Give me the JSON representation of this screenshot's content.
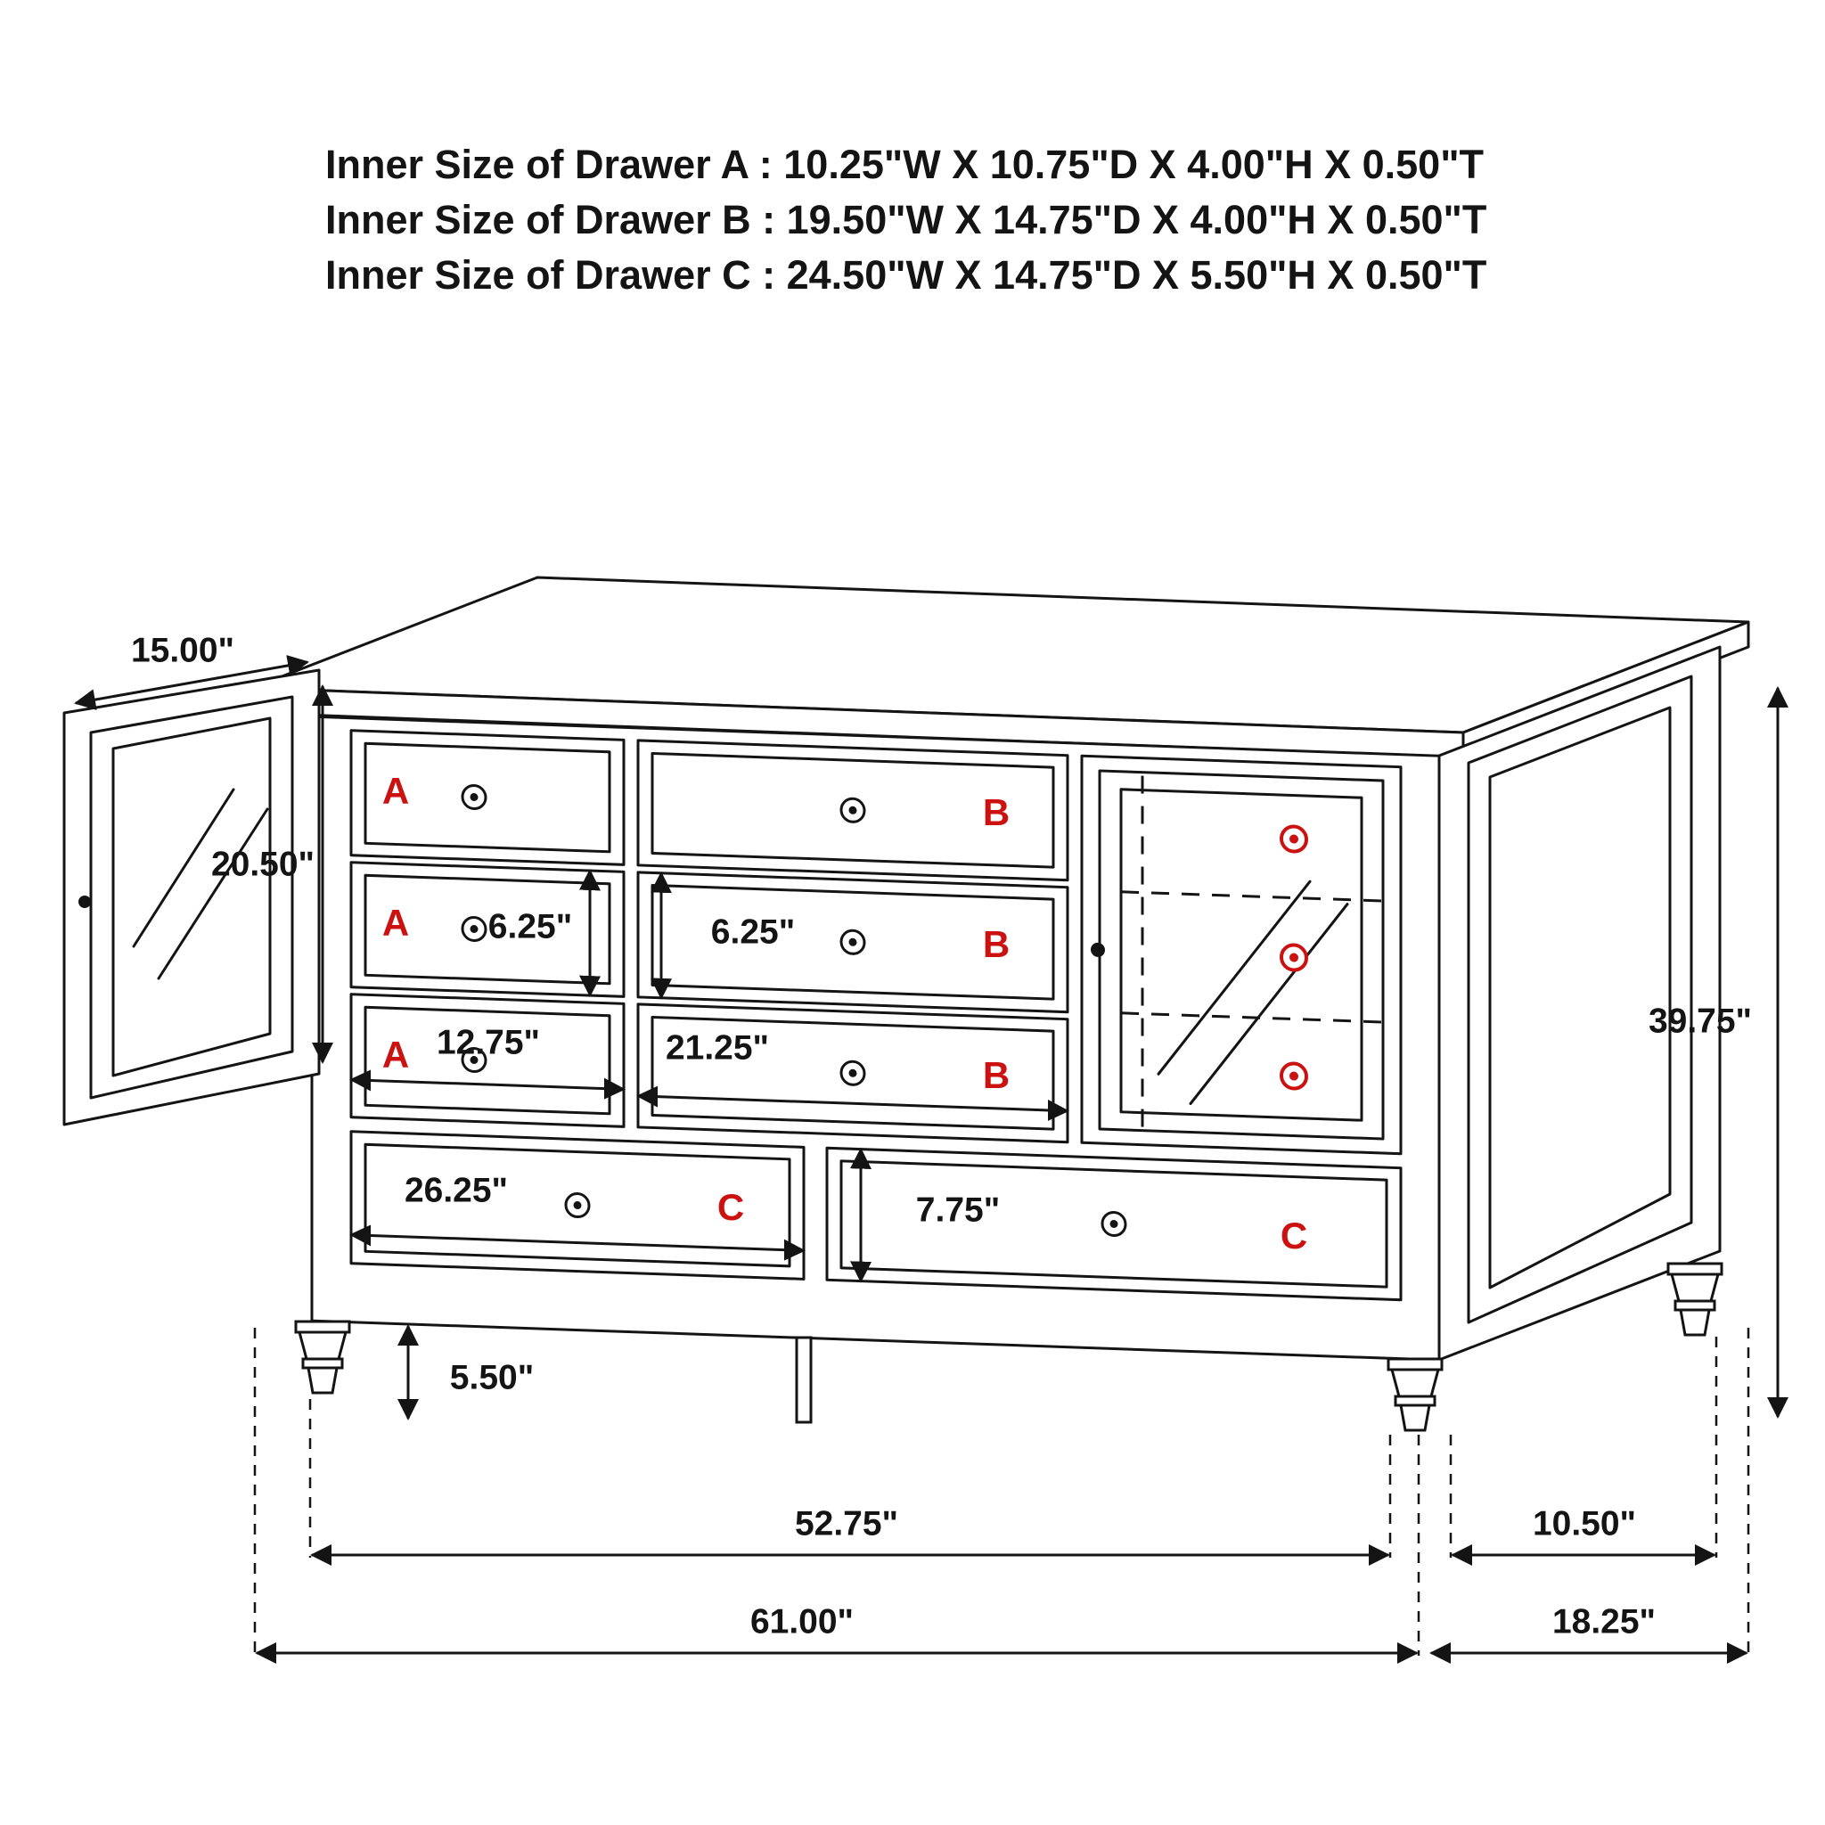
{
  "title_block": {
    "line_a": "Inner Size of Drawer A : 10.25\"W X 10.75\"D X 4.00\"H X 0.50\"T",
    "line_b": "Inner Size of Drawer B : 19.50\"W X 14.75\"D X 4.00\"H X 0.50\"T",
    "line_c": "Inner Size of Drawer C : 24.50\"W X 14.75\"D X 5.50\"H X 0.50\"T"
  },
  "drawer_labels": {
    "a": "A",
    "b": "B",
    "c": "C"
  },
  "dimensions": {
    "open_door_width": "15.00\"",
    "open_door_height": "20.50\"",
    "drawer_a_face_height": "6.25\"",
    "drawer_b_face_height": "6.25\"",
    "drawer_a_face_width": "12.75\"",
    "drawer_b_face_width": "21.25\"",
    "drawer_c_left_width": "26.25\"",
    "drawer_c_face_height": "7.75\"",
    "base_height": "5.50\"",
    "overall_height": "39.75\"",
    "front_leg_span": "52.75\"",
    "overall_width": "61.00\"",
    "side_leg_span": "10.50\"",
    "overall_depth": "18.25\""
  },
  "colors": {
    "line": "#141414",
    "accent": "#cc1111",
    "glass_mark": "#9a9a9a",
    "background": "#ffffff"
  }
}
